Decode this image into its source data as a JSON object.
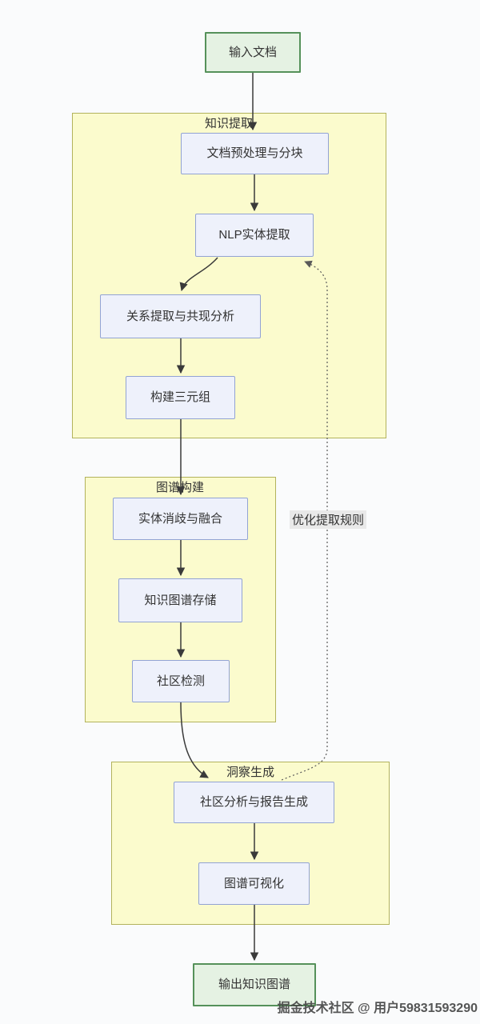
{
  "colors": {
    "page-bg": "#fafbfc",
    "group-fill": "#fbfbcd",
    "group-border": "#b3b35c",
    "node-fill": "#eef1fb",
    "node-border": "#92a3d4",
    "terminal-fill": "#e5f2e3",
    "terminal-border": "#55915a",
    "line": "#3a3a3a",
    "dotted": "#5a5a5a",
    "text": "#333333"
  },
  "diagram": {
    "type": "flowchart",
    "start_node": {
      "label": "输入文档"
    },
    "end_node": {
      "label": "输出知识图谱"
    },
    "groups": [
      {
        "title": "知识提取",
        "nodes": [
          {
            "label": "文档预处理与分块"
          },
          {
            "label": "NLP实体提取"
          },
          {
            "label": "关系提取与共现分析"
          },
          {
            "label": "构建三元组"
          }
        ]
      },
      {
        "title": "图谱构建",
        "nodes": [
          {
            "label": "实体消歧与融合"
          },
          {
            "label": "知识图谱存储"
          },
          {
            "label": "社区检测"
          }
        ]
      },
      {
        "title": "洞察生成",
        "nodes": [
          {
            "label": "社区分析与报告生成"
          },
          {
            "label": "图谱可视化"
          }
        ]
      }
    ],
    "edge_label": "优化提取规则",
    "edges": [
      "输入文档 → 文档预处理与分块",
      "文档预处理与分块 → NLP实体提取",
      "NLP实体提取 → 关系提取与共现分析",
      "关系提取与共现分析 → 构建三元组",
      "构建三元组 → 实体消歧与融合",
      "实体消歧与融合 → 知识图谱存储",
      "知识图谱存储 → 社区检测",
      "社区检测 → 社区分析与报告生成",
      "社区分析与报告生成 → 图谱可视化",
      "图谱可视化 → 输出知识图谱",
      "社区分析与报告生成 -优化提取规则(虚线)-> NLP实体提取"
    ]
  },
  "watermark": {
    "text": "掘金技术社区 @ 用户59831593290"
  }
}
